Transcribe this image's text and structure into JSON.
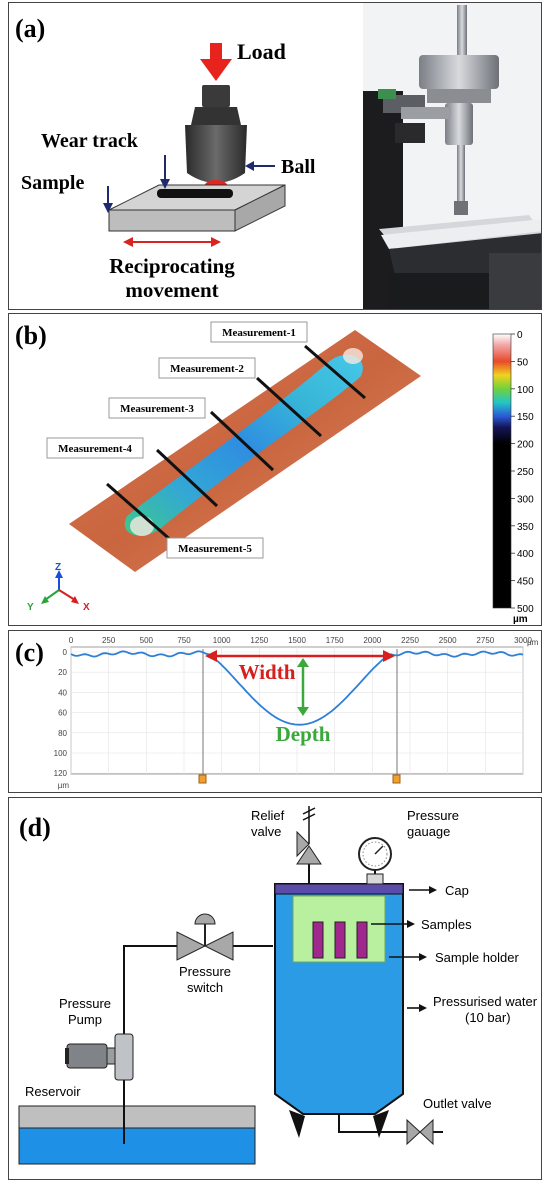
{
  "panel_a": {
    "label": "(a)",
    "load": "Load",
    "wear_track": "Wear track",
    "ball": "Ball",
    "sample": "Sample",
    "movement_line1": "Reciprocating",
    "movement_line2": "movement"
  },
  "panel_b": {
    "label": "(b)",
    "measurements": [
      "Measurement-1",
      "Measurement-2",
      "Measurement-3",
      "Measurement-4",
      "Measurement-5"
    ],
    "scale_ticks": [
      "0",
      "50",
      "100",
      "150",
      "200",
      "250",
      "300",
      "350",
      "400",
      "450",
      "500"
    ],
    "scale_unit": "µm",
    "axes": {
      "z": "Z",
      "y": "Y",
      "x": "X"
    }
  },
  "panel_c": {
    "label": "(c)",
    "x_ticks": [
      "0",
      "250",
      "500",
      "750",
      "1000",
      "1250",
      "1500",
      "1750",
      "2000",
      "2250",
      "2500",
      "2750",
      "3000"
    ],
    "x_unit": "µm",
    "y_ticks": [
      "0",
      "20",
      "40",
      "60",
      "80",
      "100",
      "120"
    ],
    "y_unit": "µm",
    "width_label": "Width",
    "depth_label": "Depth"
  },
  "panel_d": {
    "label": "(d)",
    "relief_valve_line1": "Relief",
    "relief_valve_line2": "valve",
    "pressure_gauge_line1": "Pressure",
    "pressure_gauge_line2": "gauage",
    "cap": "Cap",
    "samples": "Samples",
    "sample_holder": "Sample holder",
    "pressure_switch_line1": "Pressure",
    "pressure_switch_line2": "switch",
    "pressurised_water_line1": "Pressurised water",
    "pressurised_water_line2": "(10 bar)",
    "pressure_pump_line1": "Pressure",
    "pressure_pump_line2": "Pump",
    "reservoir": "Reservoir",
    "outlet_valve": "Outlet valve"
  },
  "colors": {
    "red_arrow": "#e8231e",
    "navy_arrow": "#1f2a6e",
    "water_blue": "#2c9be6",
    "profile_blue": "#2f7fd6",
    "sample_purple": "#a0288c",
    "holder_green": "#b9f0a0",
    "width_red": "#d61f1f",
    "depth_green": "#3aa83a"
  }
}
